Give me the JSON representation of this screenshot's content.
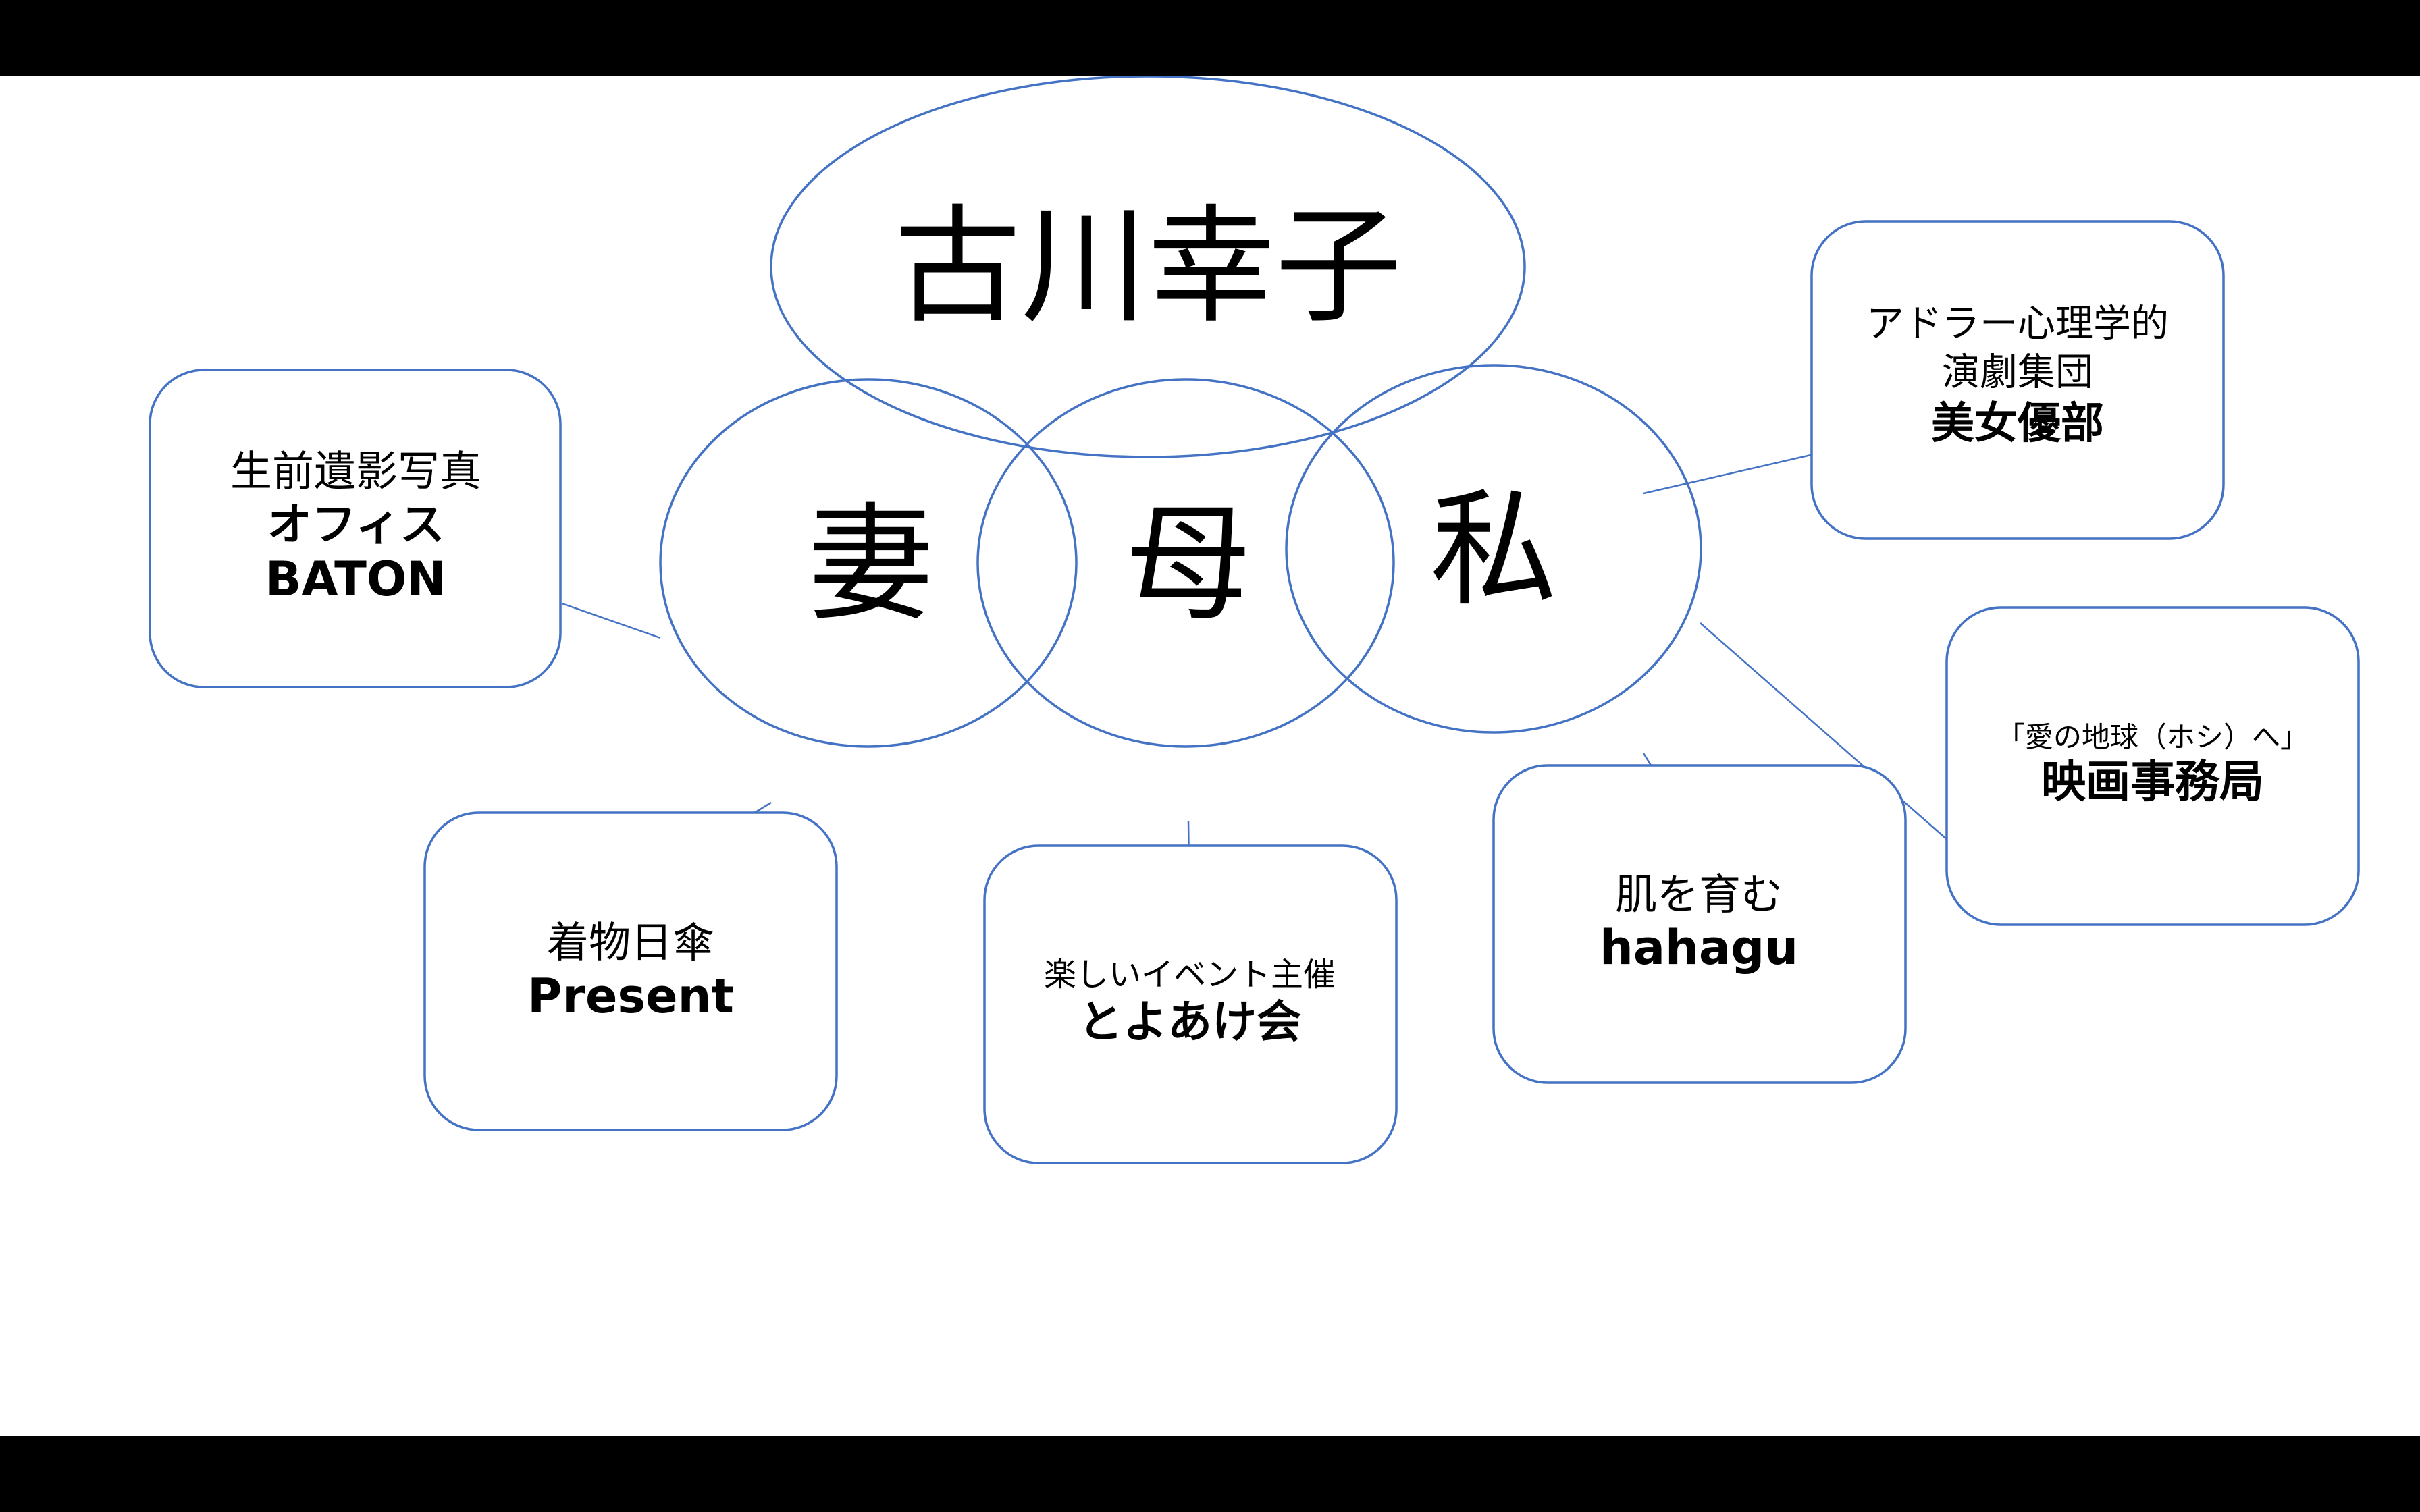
{
  "title": "古川幸子",
  "roles": {
    "wife": "妻",
    "mother": "母",
    "self": "私"
  },
  "boxes": {
    "baton": {
      "line1": "生前遺影写真",
      "line2": "オフィス",
      "line3": "BATON"
    },
    "present": {
      "line1": "着物日傘",
      "line2": "Present"
    },
    "toyoake": {
      "line1": "楽しいイベント主催",
      "line2": "とよあけ会"
    },
    "hahagu": {
      "line1": "肌を育む",
      "line2": "hahagu"
    },
    "bijo": {
      "line1": "アドラー心理学的",
      "line2": "演劇集団",
      "line3": "美女優部"
    },
    "eiga": {
      "line1": "「愛の地球（ホシ）へ」",
      "line2": "映画事務局"
    }
  },
  "colors": {
    "outline": "#4472C4",
    "text": "#000000",
    "background": "#FFFFFF",
    "letterbox": "#000000"
  }
}
